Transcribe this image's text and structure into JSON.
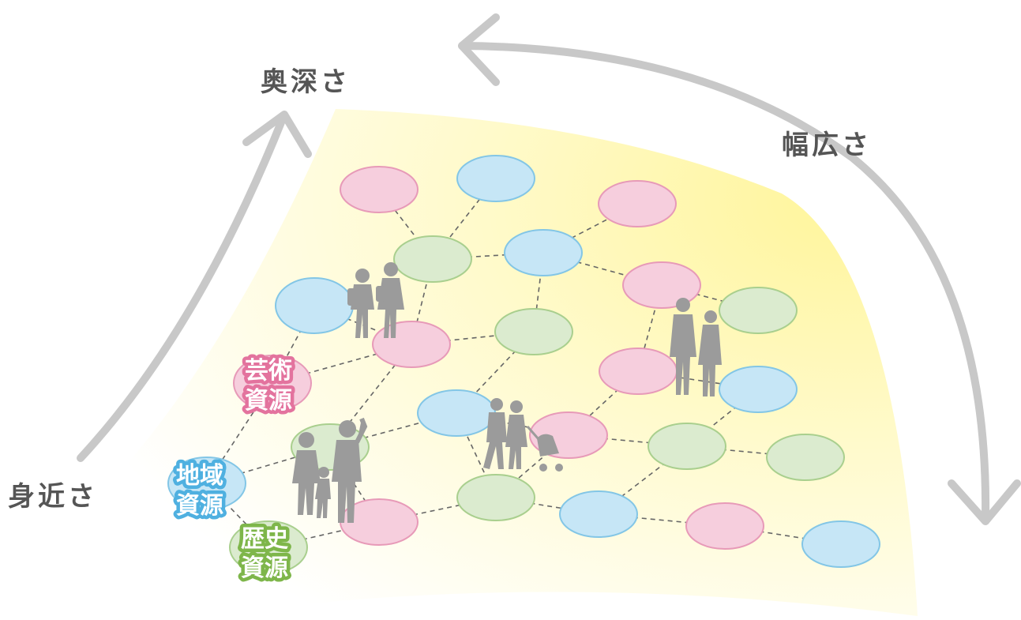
{
  "axes": {
    "depth": "奥深さ",
    "breadth": "幅広さ",
    "proximity": "身近さ"
  },
  "legend": {
    "art": {
      "line1": "芸術",
      "line2": "資源"
    },
    "regional": {
      "line1": "地域",
      "line2": "資源"
    },
    "history": {
      "line1": "歴史",
      "line2": "資源"
    }
  },
  "colors": {
    "art_fill": "#f6cedd",
    "art_stroke": "#e79ab8",
    "art_text_stroke": "#e3739e",
    "regional_fill": "#c6e6f6",
    "regional_stroke": "#83c6e6",
    "regional_text_stroke": "#4fb0e0",
    "history_fill": "#dbebcf",
    "history_stroke": "#a9cf8e",
    "history_text_stroke": "#7eb64a",
    "arrow": "#c8c8c8",
    "sheet_yellow": "#fff59a"
  },
  "icons": {
    "students": "student-silhouettes-icon",
    "business": "business-people-silhouettes-icon",
    "family": "family-with-stroller-icon",
    "parents_child": "parents-with-child-icon"
  }
}
